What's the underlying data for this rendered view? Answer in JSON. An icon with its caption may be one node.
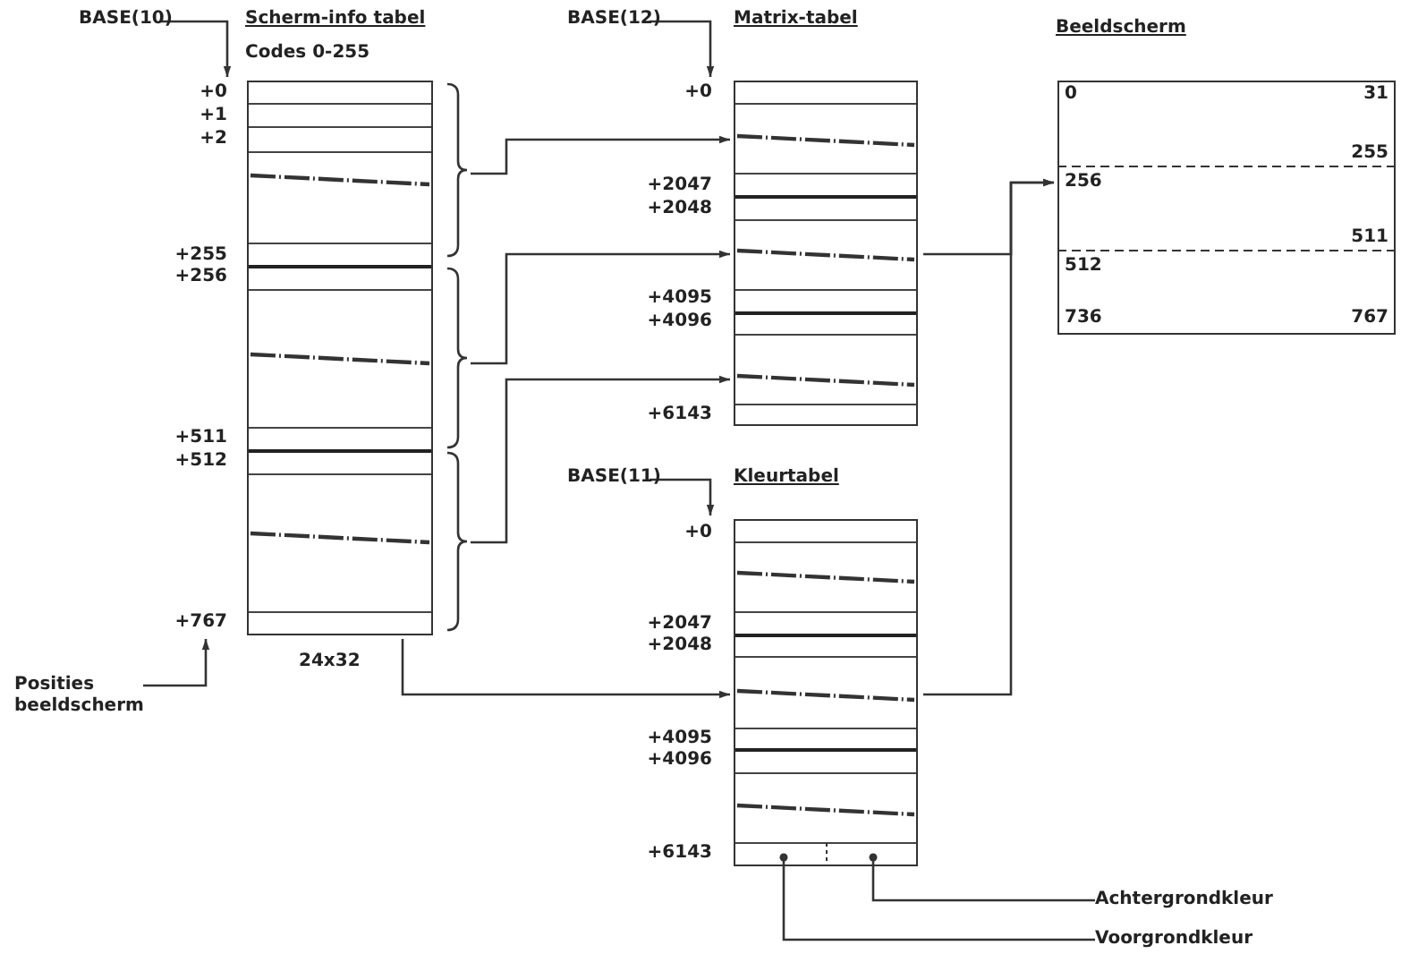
{
  "diagram": {
    "nodes": [
      {
        "text": [
          "BASE(10)"
        ]
      },
      {
        "text": [
          "Scherm-info tabel",
          "Codes 0-255"
        ],
        "beside": [
          "24x32"
        ]
      },
      {
        "text": [
          "Posities beeldscherm"
        ]
      },
      {
        "text": [
          "BASE(12)"
        ]
      },
      {
        "text": [
          "Matrix-tabel"
        ]
      },
      {
        "text": [
          "BASE(11)"
        ]
      },
      {
        "text": [
          "Kleurtabel"
        ]
      },
      {
        "text": [
          "Beeldscherm"
        ]
      },
      {
        "text": [
          "Achtergrondkleur"
        ]
      },
      {
        "text": [
          "Voorgrondkleur"
        ]
      }
    ],
    "edges": [
      {
        "from": 0,
        "to": 1,
        "arrow": "to"
      },
      {
        "from": 3,
        "to": 4,
        "arrow": "to"
      },
      {
        "from": 5,
        "to": 6,
        "arrow": "to"
      },
      {
        "from": 2,
        "to": 1,
        "arrow": "to"
      },
      {
        "from": 1,
        "to": 4,
        "arrow": "to"
      },
      {
        "from": 1,
        "to": 4,
        "arrow": "to"
      },
      {
        "from": 1,
        "to": 4,
        "arrow": "to"
      },
      {
        "from": 1,
        "to": 6,
        "arrow": "to"
      },
      {
        "from": 4,
        "to": 7,
        "arrow": "to"
      },
      {
        "from": 6,
        "to": 7,
        "arrow": "to"
      },
      {
        "from": 8,
        "to": 6,
        "arrow": "other"
      },
      {
        "from": 9,
        "to": 6,
        "arrow": "other"
      }
    ],
    "labels": [
      "+0",
      "+1",
      "+2",
      "+255",
      "+256",
      "+511",
      "+512",
      "+767",
      "+0",
      "+2047",
      "+2048",
      "+4095",
      "+4096",
      "+6143",
      "+0",
      "+2047",
      "+2048",
      "+4095",
      "+4096",
      "+6143",
      "0",
      "31",
      "255",
      "256",
      "511",
      "512",
      "736",
      "767"
    ]
  }
}
